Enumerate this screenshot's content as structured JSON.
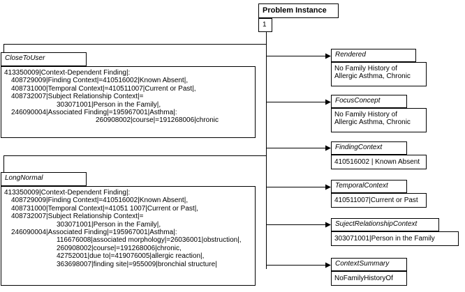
{
  "problem_instance": {
    "title": "Problem Instance",
    "cardinality": "1"
  },
  "close_to_user": {
    "title": "CloseToUser",
    "lines": [
      {
        "indent": 0,
        "text": "413350009|Context-Dependent Finding|:"
      },
      {
        "indent": 1,
        "text": "408729009|Finding Context|=410516002|Known Absent|,"
      },
      {
        "indent": 1,
        "text": "408731000|Temporal Context|=410511007|Current or Past|,"
      },
      {
        "indent": 1,
        "text": "408732007|Subject Relationship Context|="
      },
      {
        "indent": 2,
        "text": "303071001|Person in the Family|,"
      },
      {
        "indent": 1,
        "text": "246090004|Associated Finding|=195967001|Asthma|:"
      },
      {
        "indent": 3,
        "text": "260908002|course|=191268006|chronic"
      }
    ]
  },
  "long_normal": {
    "title": "LongNormal",
    "lines": [
      {
        "indent": 0,
        "text": "413350009|Context-Dependent Finding|:"
      },
      {
        "indent": 1,
        "text": "408729009|Finding Context|=410516002|Known Absent|,"
      },
      {
        "indent": 1,
        "text": "408731000|Temporal Context|=41051 1007|Current or Past|,"
      },
      {
        "indent": 1,
        "text": "408732007|Subject Relationship Context|="
      },
      {
        "indent": 2,
        "text": "303071001|Person in the Family|,"
      },
      {
        "indent": 1,
        "text": "246090004|Associated Finding|=195967001|Asthma|:"
      },
      {
        "indent": 2,
        "text": "116676008|associated morphology|=26036001|obstruction|,"
      },
      {
        "indent": 2,
        "text": "260908002|course|=191268006|chronic,"
      },
      {
        "indent": 2,
        "text": "42752001|due to|=419076005|allergic reaction|,"
      },
      {
        "indent": 2,
        "text": "363698007|finding site|=955009|bronchial structure|"
      }
    ]
  },
  "rendered": {
    "title": "Rendered",
    "lines": [
      "No Family History of",
      "Allergic Asthma, Chronic"
    ]
  },
  "focus_concept": {
    "title": "FocusConcept",
    "lines": [
      "No Family History of",
      "Allergic Asthma, Chronic"
    ]
  },
  "finding_context": {
    "title": "FindingContext",
    "lines": [
      "410516002 | Known Absent"
    ]
  },
  "temporal_context": {
    "title": "TemporalContext",
    "lines": [
      "410511007|Current or Past"
    ]
  },
  "subject_relationship_context": {
    "title": "SujectRelationshipContext",
    "lines": [
      "303071001|Person in the Family"
    ]
  },
  "context_summary": {
    "title": "ContextSummary",
    "lines": [
      "NoFamilyHistoryOf"
    ]
  }
}
